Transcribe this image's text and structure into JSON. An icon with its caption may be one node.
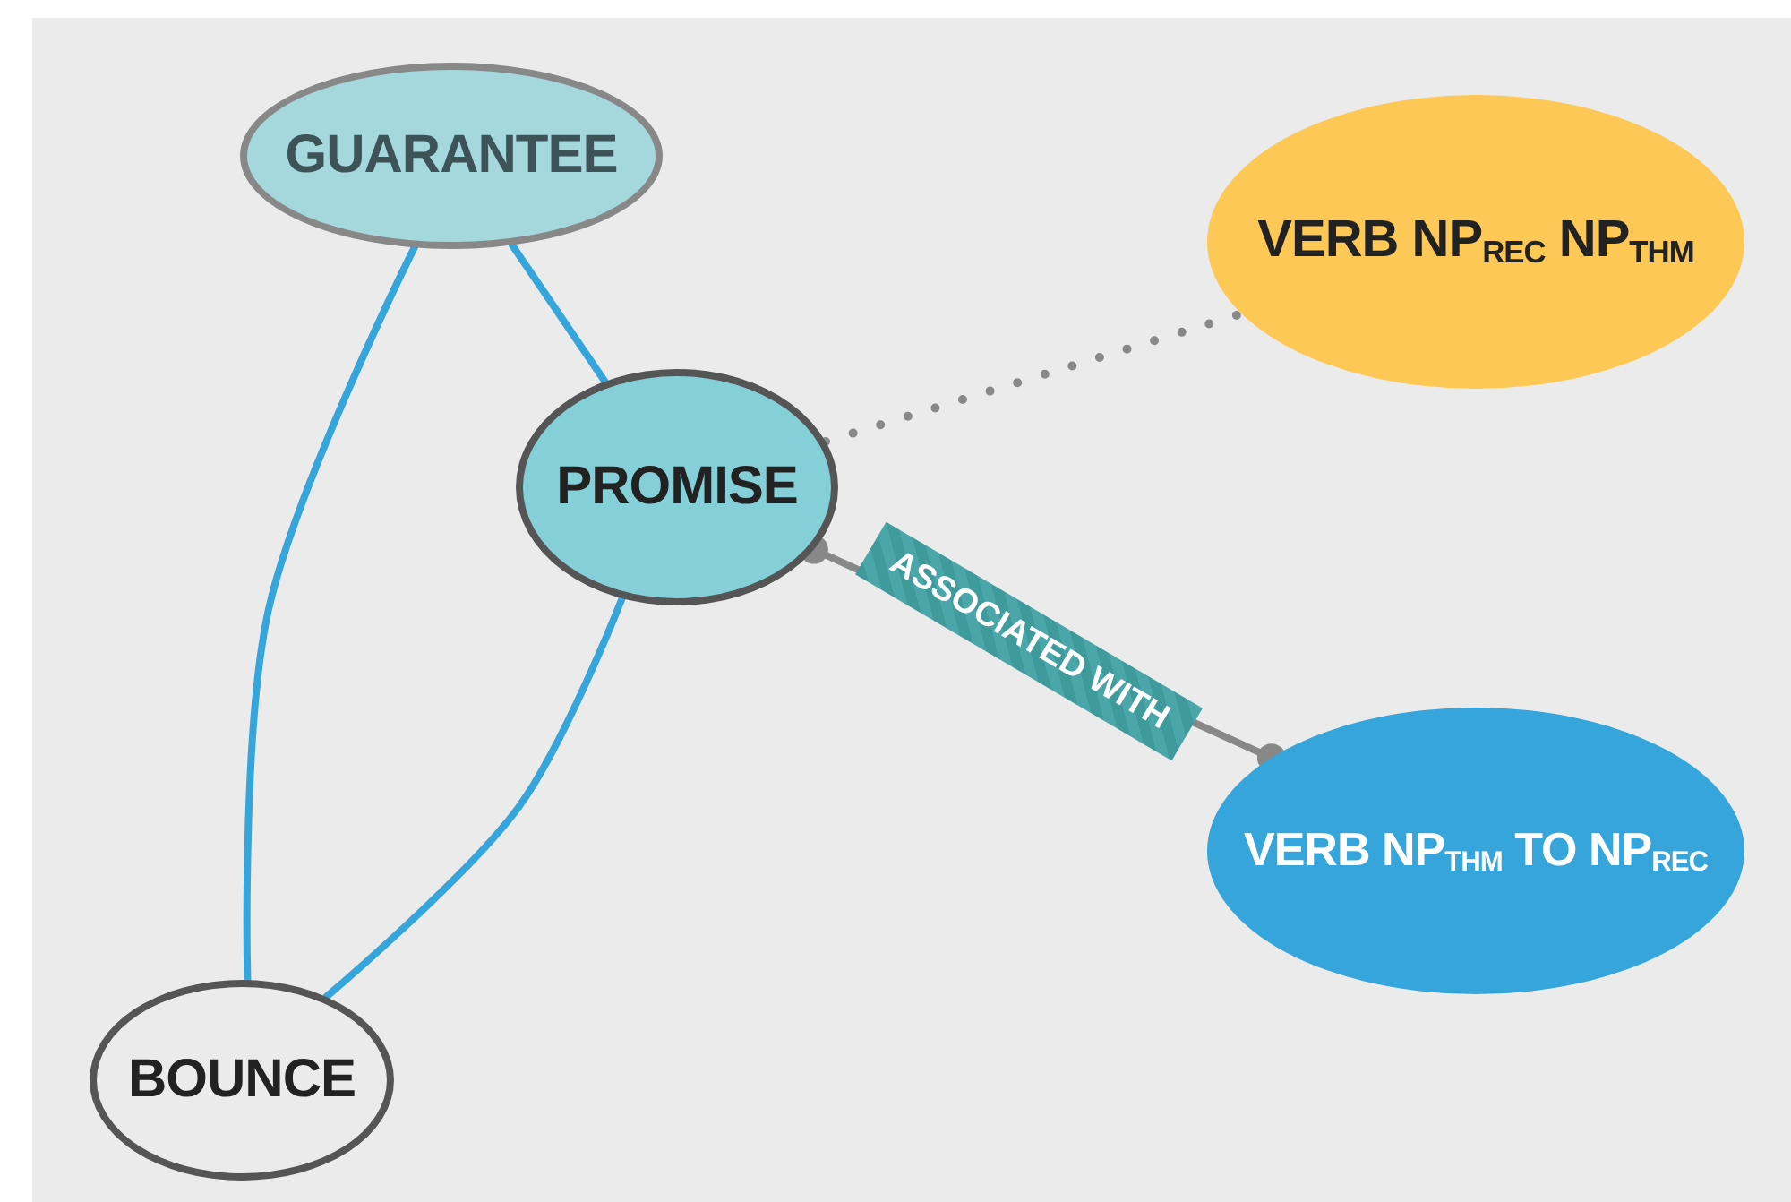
{
  "diagram": {
    "nodes": [
      {
        "text": [
          "GUARANTEE"
        ]
      },
      {
        "text": [
          "PROMISE"
        ]
      },
      {
        "text": [
          "VERB NP$_{REC}$ NP$_{THM}$"
        ]
      },
      {
        "text": [
          "VERB NP$_{THM}$ TO NP$_{REC}$"
        ]
      },
      {
        "text": [
          "BOUNCE"
        ]
      }
    ],
    "edges": [
      {
        "from": 0,
        "to": 1,
        "arrow": "none"
      },
      {
        "from": 0,
        "to": 4,
        "arrow": "none"
      },
      {
        "from": 1,
        "to": 4,
        "arrow": "none"
      },
      {
        "from": 1,
        "to": 2,
        "arrow": "none",
        "style": "dashed",
        "color": "#888888"
      },
      {
        "from": 1,
        "to": 3,
        "arrow": "other",
        "label": "ASSOCIATED WITH",
        "color": "#888888"
      }
    ]
  }
}
